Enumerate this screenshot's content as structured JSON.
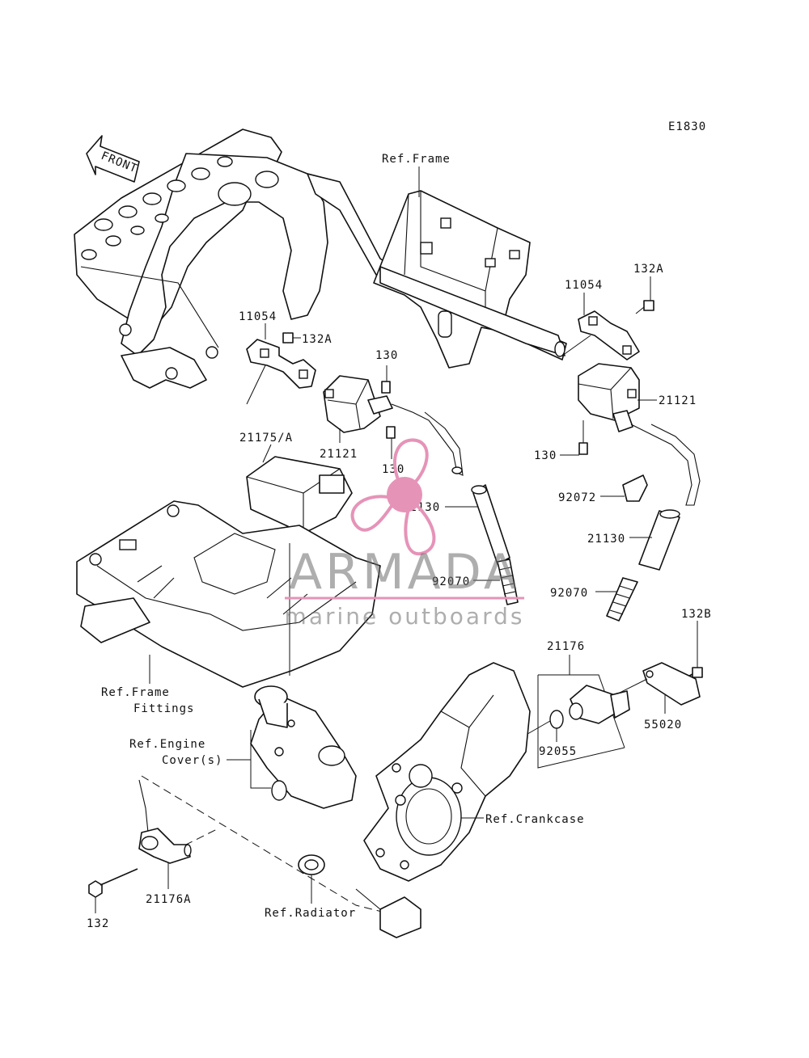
{
  "diagram_code": "E1830",
  "front_arrow": "FRONT",
  "labels": {
    "ref_frame_top": "Ref.Frame",
    "bracket_left": "11054",
    "bolt_left": "132A",
    "bolt_130_upper": "130",
    "coil_left": "21121",
    "ecu": "21175/A",
    "bolt_130_lower": "130",
    "cap_left": "21130",
    "plug_left": "92070",
    "bracket_right": "11054",
    "bolt_right": "132A",
    "coil_right": "21121",
    "bolt_130_right": "130",
    "clamp": "92072",
    "cap_right": "21130",
    "plug_right": "92070",
    "bolt_132b": "132B",
    "sensor_group": "21176",
    "plate": "55020",
    "oring": "92055",
    "ref_frame_fittings_1": "Ref.Frame",
    "ref_frame_fittings_2": "Fittings",
    "ref_engine_cover_1": "Ref.Engine",
    "ref_engine_cover_2": "Cover(s)",
    "ref_crankcase": "Ref.Crankcase",
    "bolt_132": "132",
    "sensor_a": "21176A",
    "ref_radiator": "Ref.Radiator"
  },
  "watermark": {
    "brand": "ARMADA",
    "tagline": "marine outboards",
    "color_pink": "#e693b8",
    "color_gray": "#6d6d6d"
  }
}
